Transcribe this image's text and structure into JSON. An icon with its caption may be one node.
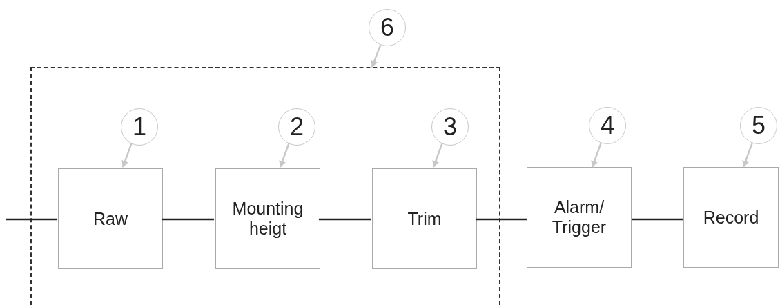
{
  "diagram": {
    "nodes": [
      {
        "text": [
          "6"
        ]
      },
      {
        "text": [],
        "shape": "box"
      },
      {
        "text": [
          "1"
        ],
        "in": 1
      },
      {
        "text": [
          "2"
        ],
        "in": 1
      },
      {
        "text": [
          "3"
        ],
        "in": 1
      },
      {
        "text": [
          "4"
        ]
      },
      {
        "text": [
          "5"
        ]
      },
      {
        "text": [
          "Raw"
        ],
        "in": 1
      },
      {
        "text": [
          "Mounting heigt"
        ],
        "in": 1
      },
      {
        "text": [
          "Trim"
        ],
        "in": 1
      },
      {
        "text": [
          "Alarm/ Trigger"
        ]
      },
      {
        "text": [
          "Record"
        ]
      }
    ],
    "edges": [
      {
        "from": null,
        "to": 7,
        "arrow": "none",
        "color": "#222222"
      },
      {
        "from": 7,
        "to": 8,
        "arrow": "none",
        "color": "#222222"
      },
      {
        "from": 8,
        "to": 9,
        "arrow": "none",
        "color": "#222222"
      },
      {
        "from": 9,
        "to": 10,
        "arrow": "none",
        "color": "#222222"
      },
      {
        "from": 10,
        "to": 11,
        "arrow": "none",
        "color": "#222222"
      },
      {
        "from": 0,
        "to": 1,
        "arrow": "to"
      },
      {
        "from": 2,
        "to": 7,
        "arrow": "to"
      },
      {
        "from": 3,
        "to": 8,
        "arrow": "to"
      },
      {
        "from": 4,
        "to": 9,
        "arrow": "to"
      },
      {
        "from": 5,
        "to": 10,
        "arrow": "to"
      },
      {
        "from": 6,
        "to": 11,
        "arrow": "to"
      }
    ]
  }
}
